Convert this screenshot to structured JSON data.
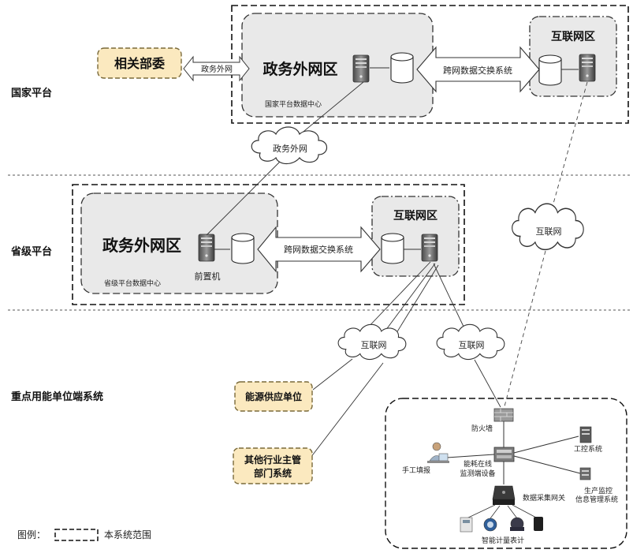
{
  "tiers": {
    "national": "国家平台",
    "provincial": "省级平台",
    "enterprise": "重点用能单位端系统"
  },
  "national": {
    "related_dept": "相关部委",
    "gov_link": "政务外网",
    "gov_zone": "政务外网区",
    "data_center": "国家平台数据中心",
    "exchange": "跨网数据交换系统",
    "internet_zone": "互联网区"
  },
  "clouds": {
    "gov_net": "政务外网",
    "internet_right": "互联网",
    "internet_left": "互联网",
    "internet_mid": "互联网"
  },
  "provincial": {
    "gov_zone": "政务外网区",
    "data_center": "省级平台数据中心",
    "front_machine": "前置机",
    "exchange": "跨网数据交换系统",
    "internet_zone": "互联网区"
  },
  "units": {
    "energy_supply": "能源供应单位",
    "other_dept_line1": "其他行业主管",
    "other_dept_line2": "部门系统"
  },
  "site": {
    "firewall": "防火墙",
    "manual_entry": "手工填报",
    "monitor_line1": "能耗在线",
    "monitor_line2": "监测端设备",
    "gateway": "数据采集网关",
    "meters": "智能计量表计",
    "ics": "工控系统",
    "prod_line1": "生产监控",
    "prod_line2": "信息管理系统"
  },
  "legend": {
    "prefix": "图例：",
    "label": "本系统范围"
  },
  "colors": {
    "zone_fill": "#e9e9e9",
    "unit_fill": "#fbe9bf",
    "unit_border": "#7a6a3a"
  }
}
